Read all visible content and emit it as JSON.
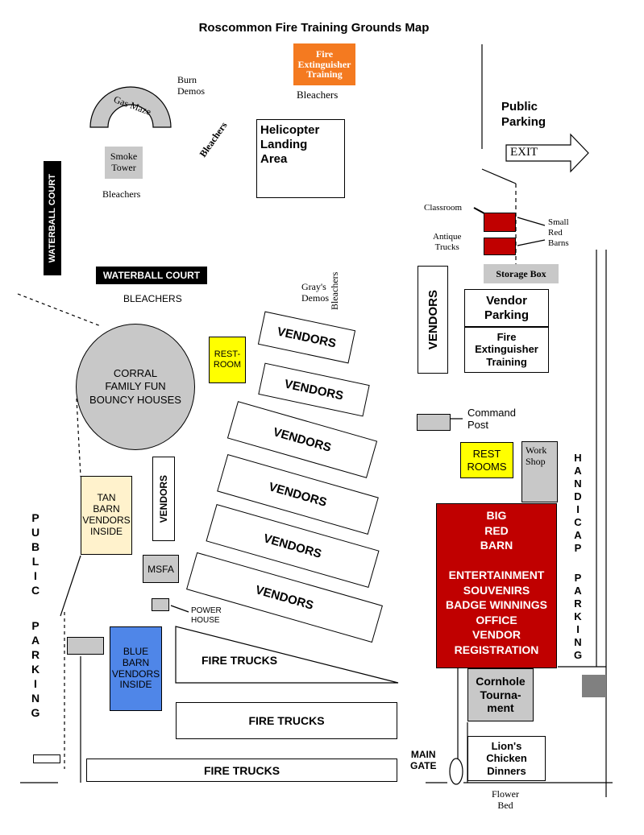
{
  "title": "Roscommon Fire Training Grounds Map",
  "top": {
    "fire_ext_training": "Fire\nExtinguisher\nTraining",
    "bleachers_top": "Bleachers",
    "burn_demos": "Burn\nDemos",
    "gas_maze": "Gas Maze",
    "smoke_tower": "Smoke\nTower",
    "bleachers_left": "Bleachers",
    "bleachers_diag": "Bleachers",
    "helicopter": "Helicopter\nLanding\nArea",
    "public_parking_top": "Public\nParking",
    "exit": "EXIT"
  },
  "right_top": {
    "classroom": "Classroom",
    "small_red_barns": "Small\nRed\nBarns",
    "antique_trucks": "Antique\nTrucks",
    "storage_box": "Storage Box",
    "vendors_vertical": "VENDORS",
    "vendor_parking": "Vendor\nParking",
    "fire_ext_training2": "Fire\nExtinguisher\nTraining",
    "command_post": "Command\nPost",
    "rest_rooms": "REST\nROOMS",
    "work_shop": "Work\nShop",
    "handicap_parking": "HANDICAP PARKING"
  },
  "left": {
    "waterball_court_vertical": "WATERBALL COURT",
    "waterball_court": "WATERBALL COURT",
    "bleachers_caps": "BLEACHERS",
    "corral": "CORRAL\nFAMILY FUN\nBOUNCY HOUSES",
    "rest_room": "REST-\nROOM",
    "tan_barn": "TAN\nBARN\nVENDORS\nINSIDE",
    "vendors_vertical": "VENDORS",
    "msfa": "MSFA",
    "power_house": "POWER\nHOUSE",
    "blue_barn": "BLUE\nBARN\nVENDORS\nINSIDE",
    "public_parking_vertical": "PUBLIC PARKING"
  },
  "center": {
    "grays_demos": "Gray's\nDemos",
    "bleachers_vertical": "Bleachers",
    "vendors": [
      "VENDORS",
      "VENDORS",
      "VENDORS",
      "VENDORS",
      "VENDORS",
      "VENDORS"
    ],
    "fire_trucks": [
      "FIRE TRUCKS",
      "FIRE TRUCKS",
      "FIRE TRUCKS"
    ]
  },
  "barn": {
    "lines": [
      "BIG",
      "RED",
      "BARN",
      "",
      "ENTERTAINMENT",
      "SOUVENIRS",
      "BADGE WINNINGS",
      "OFFICE",
      "VENDOR",
      "REGISTRATION"
    ]
  },
  "bottom": {
    "cornhole": "Cornhole\nTourna-\nment",
    "lions": "Lion's\nChicken\nDinners",
    "main_gate": "MAIN\nGATE",
    "flower_bed": "Flower\nBed"
  },
  "colors": {
    "orange": "#f47a20",
    "red": "#c00000",
    "yellow": "#ffff00",
    "tan": "#fff2cc",
    "blue": "#4f86e8",
    "grey": "#c8c8c8",
    "dark_grey": "#808080"
  }
}
